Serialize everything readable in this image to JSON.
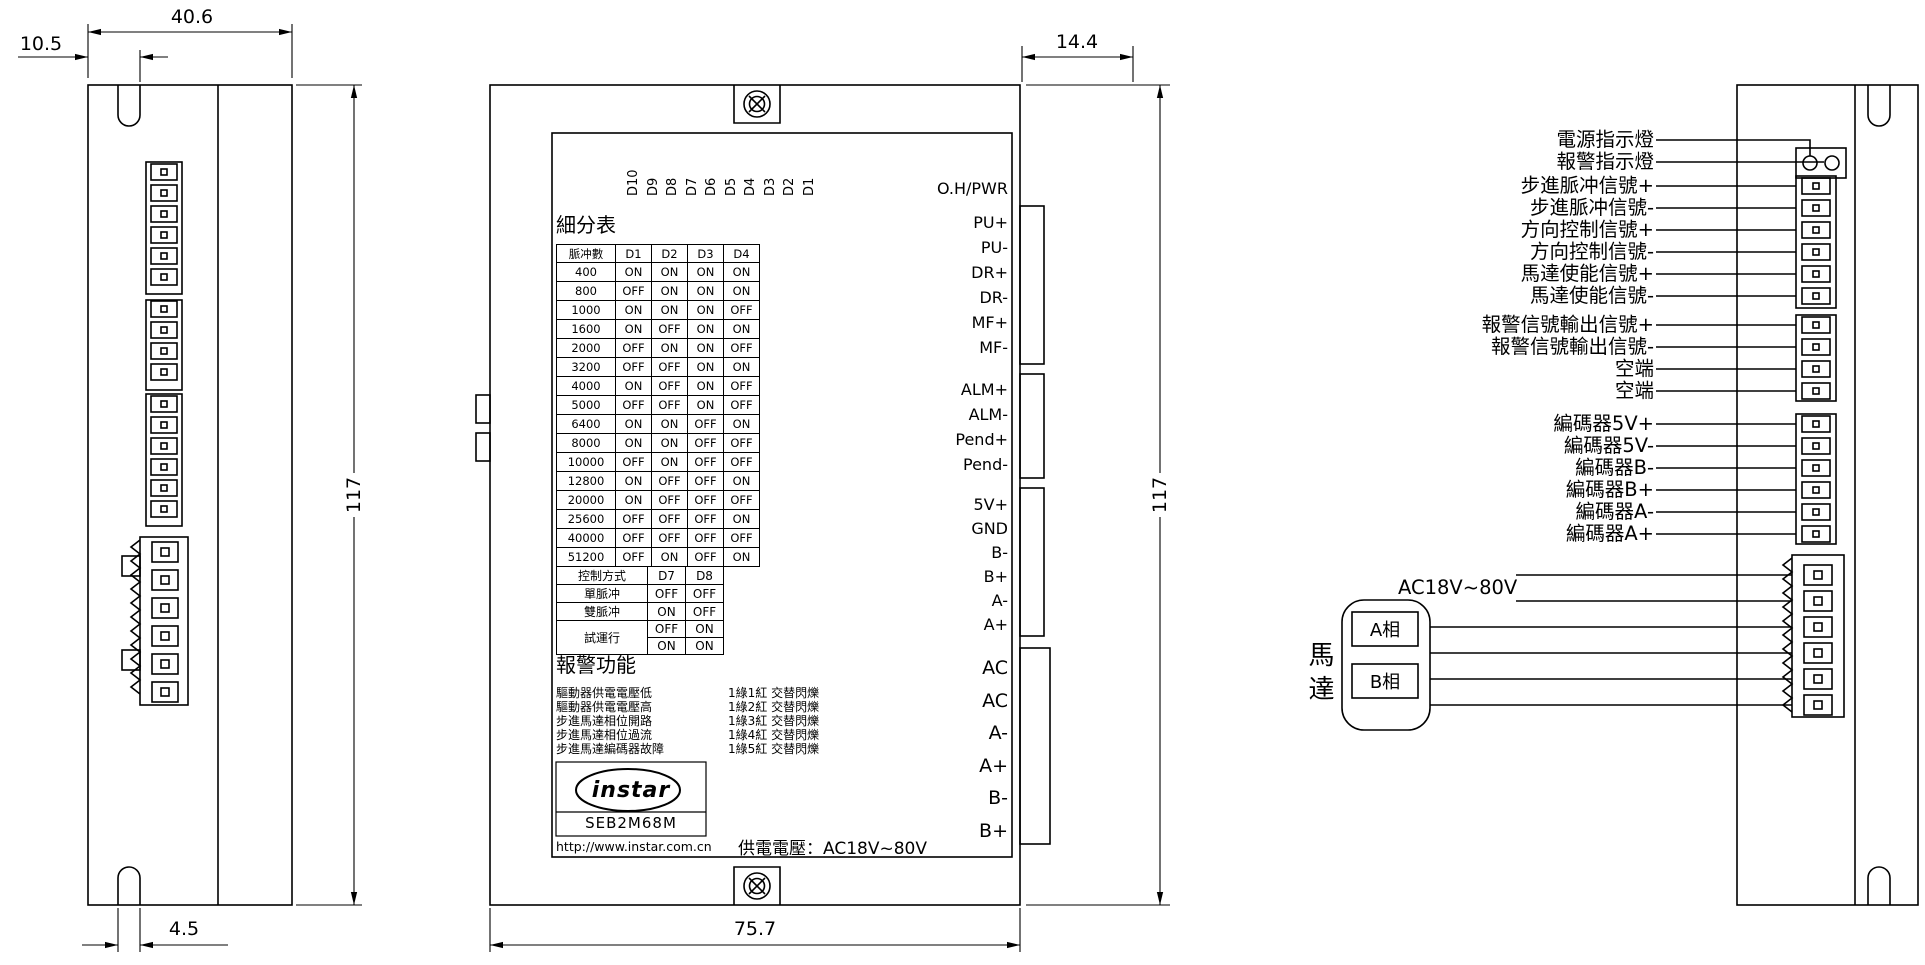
{
  "dimensions": {
    "left_width": "40.6",
    "left_slot_offset": "10.5",
    "left_height": "117",
    "left_slot_width": "4.5",
    "front_width": "75.7",
    "front_height": "117",
    "front_depth": "14.4"
  },
  "panel": {
    "dip_labels": [
      "D10",
      "D9",
      "D8",
      "D7",
      "D6",
      "D5",
      "D4",
      "D3",
      "D2",
      "D1"
    ],
    "subdivision": {
      "title": "細分表",
      "header": [
        "脈冲數",
        "D1",
        "D2",
        "D3",
        "D4"
      ],
      "rows": [
        [
          "400",
          "ON",
          "ON",
          "ON",
          "ON"
        ],
        [
          "800",
          "OFF",
          "ON",
          "ON",
          "ON"
        ],
        [
          "1000",
          "ON",
          "ON",
          "ON",
          "OFF"
        ],
        [
          "1600",
          "ON",
          "OFF",
          "ON",
          "ON"
        ],
        [
          "2000",
          "OFF",
          "ON",
          "ON",
          "OFF"
        ],
        [
          "3200",
          "OFF",
          "OFF",
          "ON",
          "ON"
        ],
        [
          "4000",
          "ON",
          "OFF",
          "ON",
          "OFF"
        ],
        [
          "5000",
          "OFF",
          "OFF",
          "ON",
          "OFF"
        ],
        [
          "6400",
          "ON",
          "ON",
          "OFF",
          "ON"
        ],
        [
          "8000",
          "ON",
          "ON",
          "OFF",
          "OFF"
        ],
        [
          "10000",
          "OFF",
          "ON",
          "OFF",
          "OFF"
        ],
        [
          "12800",
          "ON",
          "OFF",
          "OFF",
          "ON"
        ],
        [
          "20000",
          "ON",
          "OFF",
          "OFF",
          "OFF"
        ],
        [
          "25600",
          "OFF",
          "OFF",
          "OFF",
          "ON"
        ],
        [
          "40000",
          "OFF",
          "OFF",
          "OFF",
          "OFF"
        ],
        [
          "51200",
          "OFF",
          "ON",
          "OFF",
          "ON"
        ]
      ]
    },
    "control": {
      "header": [
        "控制方式",
        "D7",
        "D8"
      ],
      "rows": [
        [
          "單脈冲",
          "OFF",
          "OFF"
        ],
        [
          "雙脈冲",
          "ON",
          "OFF"
        ],
        [
          "試運行",
          "OFF",
          "ON"
        ],
        [
          "ON",
          "ON"
        ]
      ]
    },
    "alarm": {
      "title": "報警功能",
      "items": [
        {
          "name": "驅動器供電電壓低",
          "code": "1綠1紅 交替閃爍"
        },
        {
          "name": "驅動器供電電壓高",
          "code": "1綠2紅 交替閃爍"
        },
        {
          "name": "步進馬達相位開路",
          "code": "1綠3紅 交替閃爍"
        },
        {
          "name": "步進馬達相位過流",
          "code": "1綠4紅 交替閃爍"
        },
        {
          "name": "步進馬達編碼器故障",
          "code": "1綠5紅 交替閃爍"
        }
      ]
    },
    "logo": {
      "brand": "instar",
      "model": "SEB2M68M"
    },
    "website": "http://www.instar.com.cn",
    "power_note": "供電電壓：AC18V~80V",
    "terminals": {
      "status": [
        "O.H/PWR"
      ],
      "signal": [
        "PU+",
        "PU-",
        "DR+",
        "DR-",
        "MF+",
        "MF-"
      ],
      "alarm": [
        "ALM+",
        "ALM-",
        "Pend+",
        "Pend-"
      ],
      "encoder": [
        "5V+",
        "GND",
        "B-",
        "B+",
        "A-",
        "A+"
      ],
      "power": [
        "AC",
        "AC",
        "A-",
        "A+",
        "B-",
        "B+"
      ]
    }
  },
  "wiring": {
    "leds": [
      "電源指示燈",
      "報警指示燈"
    ],
    "signals": [
      "步進脈冲信號+",
      "步進脈冲信號-",
      "方向控制信號+",
      "方向控制信號-",
      "馬達使能信號+",
      "馬達使能信號-"
    ],
    "alarm_out": [
      "報警信號輸出信號+",
      "報警信號輸出信號-",
      "空端",
      "空端"
    ],
    "encoder": [
      "編碼器5V+",
      "編碼器5V-",
      "編碼器B-",
      "編碼器B+",
      "編碼器A-",
      "編碼器A+"
    ],
    "ac_input": "AC18V~80V",
    "motor": {
      "label": "馬達",
      "phases": [
        "A相",
        "B相"
      ]
    }
  }
}
